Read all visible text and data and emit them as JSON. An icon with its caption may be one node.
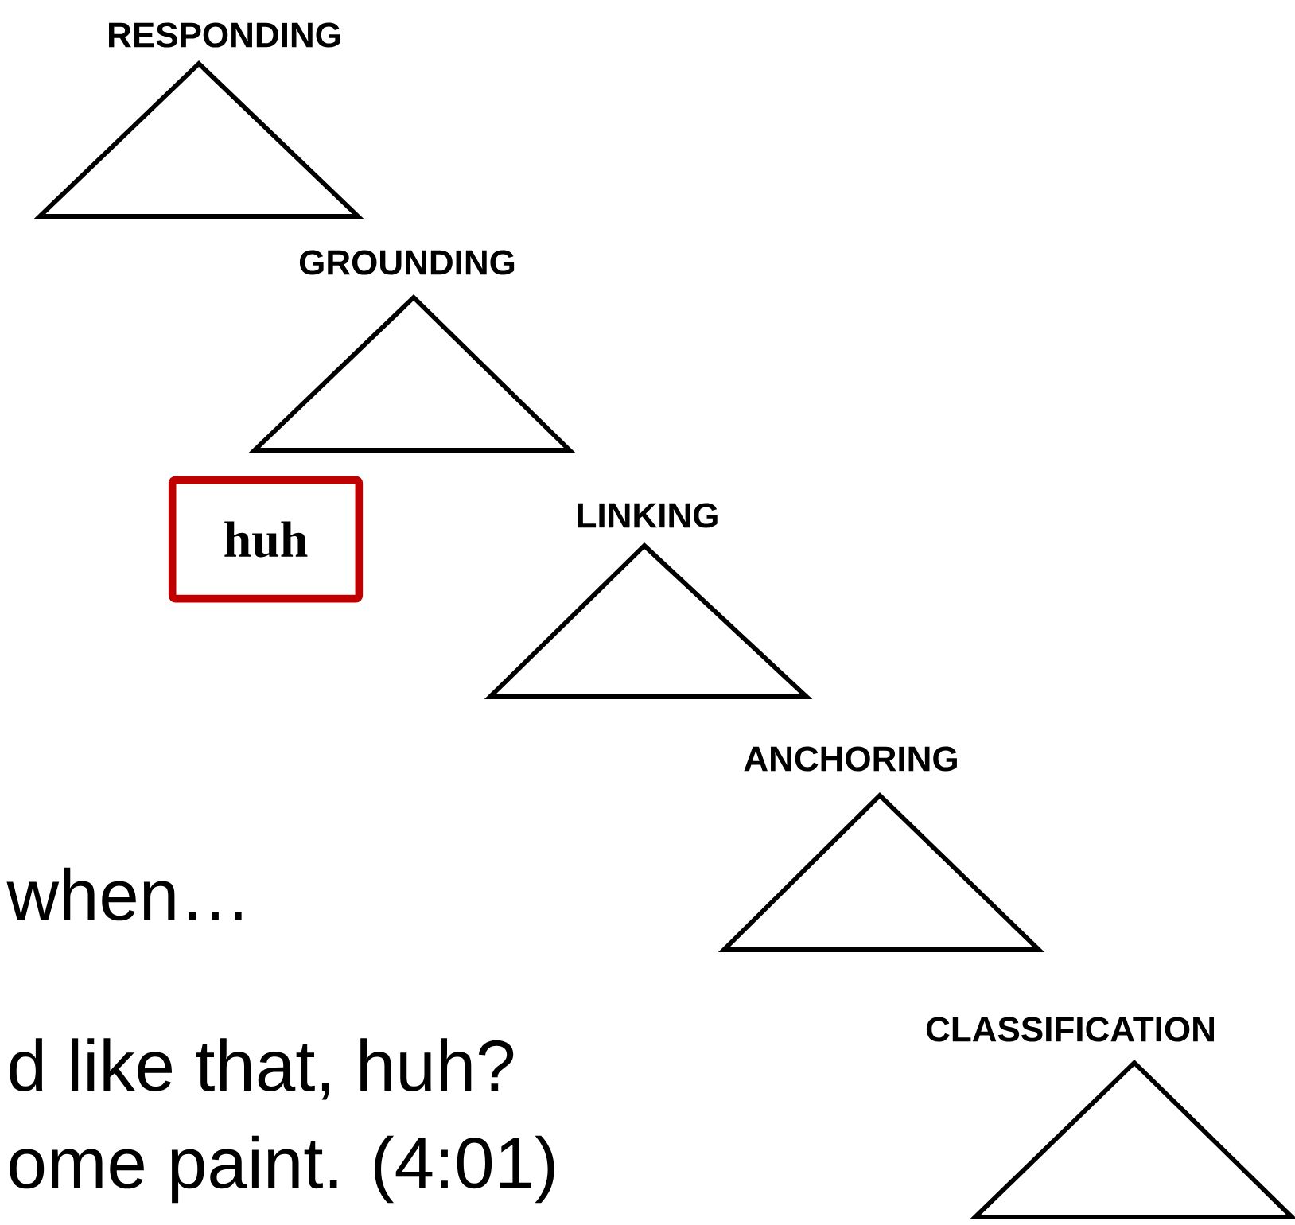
{
  "diagram": {
    "nodes": [
      {
        "text": [
          "RESPONDING"
        ]
      },
      {
        "text": [
          "GROUNDING"
        ]
      },
      {
        "text": [
          "huh"
        ]
      },
      {
        "text": [
          "LINKING"
        ]
      },
      {
        "text": [
          "ANCHORING"
        ]
      },
      {
        "text": [
          "CLASSIFICATION"
        ]
      }
    ],
    "labels": [
      "when…",
      "d like that, huh?",
      "ome paint. (4:01)"
    ]
  }
}
